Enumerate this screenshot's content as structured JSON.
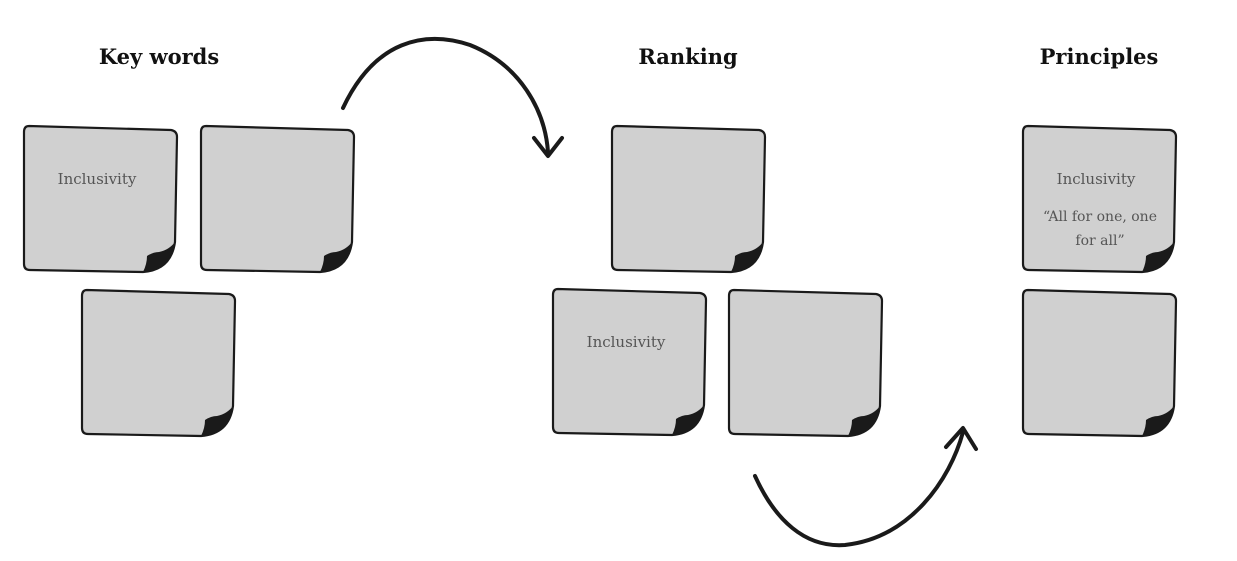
{
  "headings": {
    "key_words": "Key words",
    "ranking": "Ranking",
    "principles": "Principles"
  },
  "notes": {
    "keywords_note_1": "Inclusivity",
    "ranking_note_2": "Inclusivity",
    "principles_note_1_title": "Inclusivity",
    "principles_note_1_quote": "“All for one, one for all”"
  },
  "colors": {
    "note_fill": "#d0d0d0",
    "note_stroke": "#1a1a1a",
    "curl": "#1a1a1a"
  },
  "icons": {
    "arrow_1": "curved-arrow-icon",
    "arrow_2": "curved-arrow-icon"
  }
}
